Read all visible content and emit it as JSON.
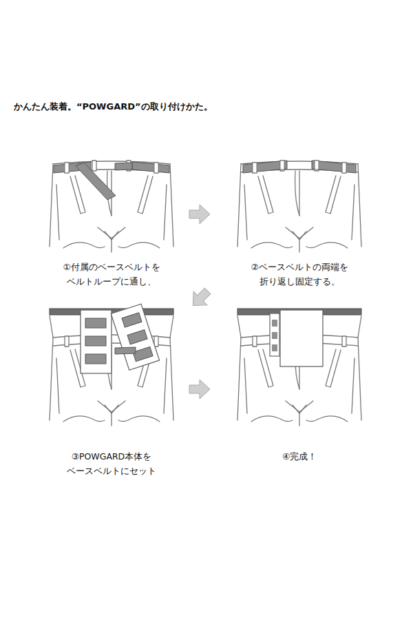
{
  "diagram": {
    "title": "かんたん装着。“POWGARD”の取り付けかた。",
    "labels": [
      "①付属のベースベルトを ベルトループに通し、",
      "②ベースベルトの両端を 折り返し固定する。",
      "③POWGARD本体を ベースベルトにセット",
      "④完成！"
    ]
  }
}
